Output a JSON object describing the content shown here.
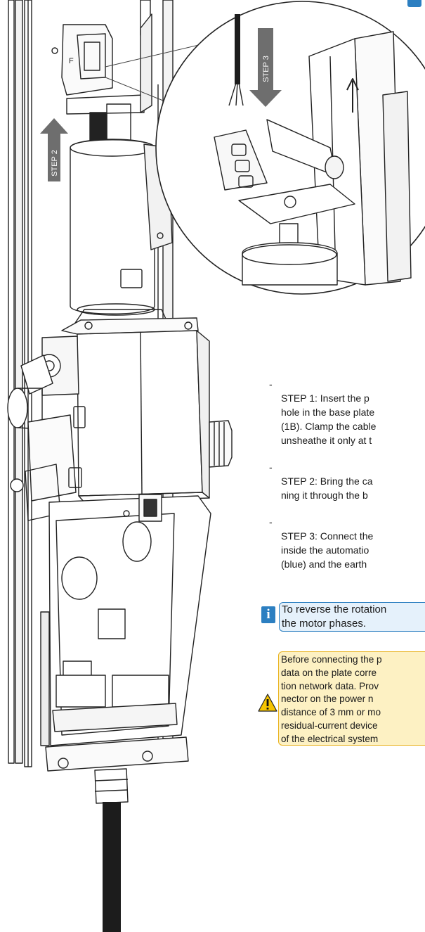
{
  "illustration": {
    "step2_label": "STEP 2",
    "step3_label": "STEP 3",
    "plate_letter": "F"
  },
  "steps": [
    {
      "tag": "STEP 1:",
      "text": " Insert the p\nhole in the base plate\n(1B). Clamp the cable\nunsheathe it only at t"
    },
    {
      "tag": "STEP 2:",
      "text": " Bring the ca\nning it through the b"
    },
    {
      "tag": "STEP 3:",
      "text": " Connect the\ninside the automatio\n(blue) and the earth"
    }
  ],
  "info_note": {
    "icon": "info-icon",
    "text": "To reverse the rotation\nthe motor phases."
  },
  "warning_note": {
    "icon": "warning-icon",
    "text": "Before connecting the p\ndata on the plate corre\ntion network data. Prov\nnector on the power n\ndistance of 3 mm or mo\nresidual-current device\nof the electrical system"
  },
  "colors": {
    "info_accent": "#2c7fc1",
    "info_fill": "#e5f1fb",
    "warning_border": "#e9b21e",
    "warning_fill": "#fdf1c3",
    "step_arrow": "#6e6e6e"
  }
}
